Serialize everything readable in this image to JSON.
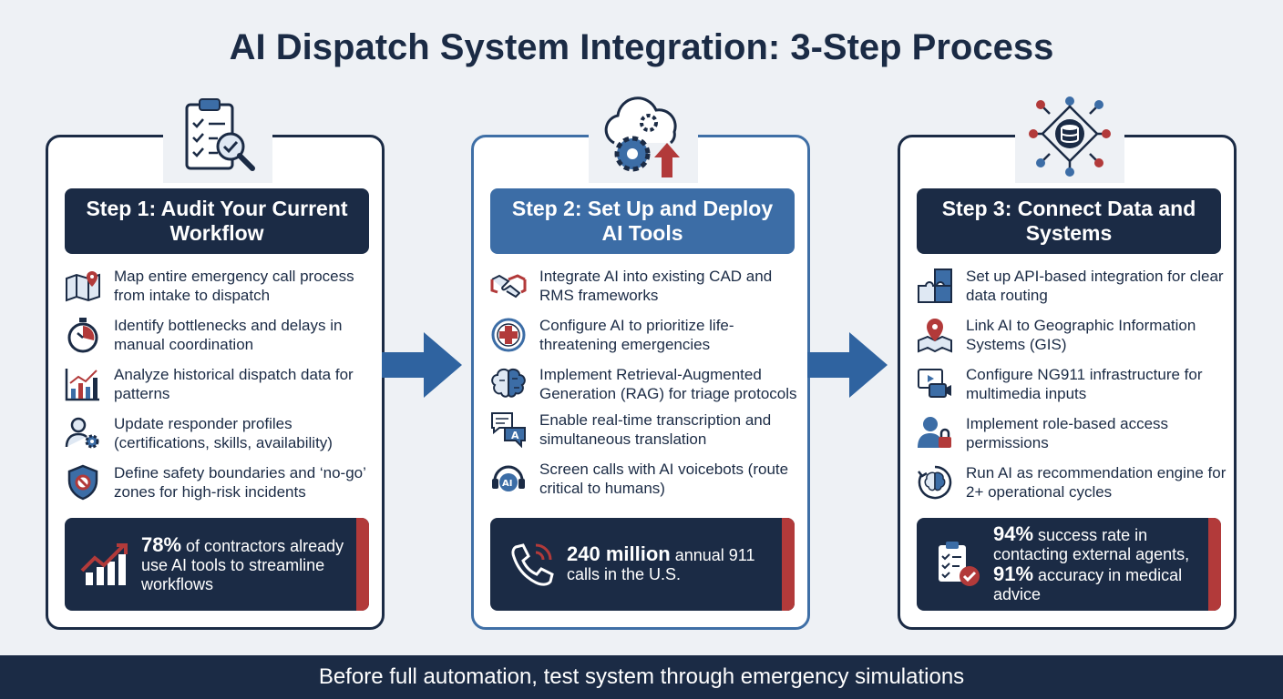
{
  "title": "AI Dispatch System Integration: 3-Step Process",
  "footer": "Before full automation, test system through emergency simulations",
  "colors": {
    "navy": "#1b2b45",
    "blue": "#3c6da6",
    "red": "#b23a3a",
    "background": "#eef1f5"
  },
  "steps": [
    {
      "header": "Step 1: Audit Your Current Workflow",
      "icon": "clipboard-magnifier-icon",
      "items": [
        {
          "icon": "map-pin-icon",
          "text": "Map entire emergency call process from intake to dispatch"
        },
        {
          "icon": "stopwatch-icon",
          "text": "Identify bottlenecks and delays in manual coordination"
        },
        {
          "icon": "bar-chart-icon",
          "text": "Analyze historical dispatch data for patterns"
        },
        {
          "icon": "user-gear-icon",
          "text": "Update responder profiles (certifications, skills, availability)"
        },
        {
          "icon": "shield-no-icon",
          "text": "Define safety boundaries and ‘no-go’ zones for high-risk incidents"
        }
      ],
      "stat": {
        "highlight": "78%",
        "text": " of contractors already use AI tools to streamline workflows",
        "icon": "growth-chart-icon"
      }
    },
    {
      "header": "Step 2: Set Up and Deploy AI Tools",
      "icon": "cloud-gear-upload-icon",
      "items": [
        {
          "icon": "handshake-icon",
          "text": "Integrate AI into existing CAD and RMS frameworks"
        },
        {
          "icon": "medical-cross-icon",
          "text": "Configure AI to prioritize life-threatening emergencies"
        },
        {
          "icon": "brain-circuit-icon",
          "text": "Implement Retrieval-Augmented Generation (RAG) for triage protocols"
        },
        {
          "icon": "translate-chat-icon",
          "text": "Enable real-time transcription and simultaneous translation"
        },
        {
          "icon": "ai-headset-icon",
          "text": "Screen calls with AI voicebots (route critical to humans)"
        }
      ],
      "stat": {
        "highlight": "240 million",
        "text": " annual 911 calls in the U.S.",
        "icon": "phone-ringing-icon"
      }
    },
    {
      "header": "Step 3: Connect Data and Systems",
      "icon": "database-network-icon",
      "items": [
        {
          "icon": "puzzle-icon",
          "text": "Set up API-based integration for clear data routing"
        },
        {
          "icon": "map-location-icon",
          "text": "Link AI to Geographic Information Systems (GIS)"
        },
        {
          "icon": "video-camera-icon",
          "text": "Configure NG911 infrastructure for multimedia inputs"
        },
        {
          "icon": "user-lock-icon",
          "text": "Implement role-based access permissions"
        },
        {
          "icon": "brain-cycle-icon",
          "text": "Run AI as recommendation engine for 2+ operational cycles"
        }
      ],
      "stat": {
        "highlight": "94%",
        "text": " success rate in contacting external agents, ",
        "highlight2": "91%",
        "text2": " accuracy in medical advice",
        "icon": "checklist-approved-icon"
      }
    }
  ]
}
